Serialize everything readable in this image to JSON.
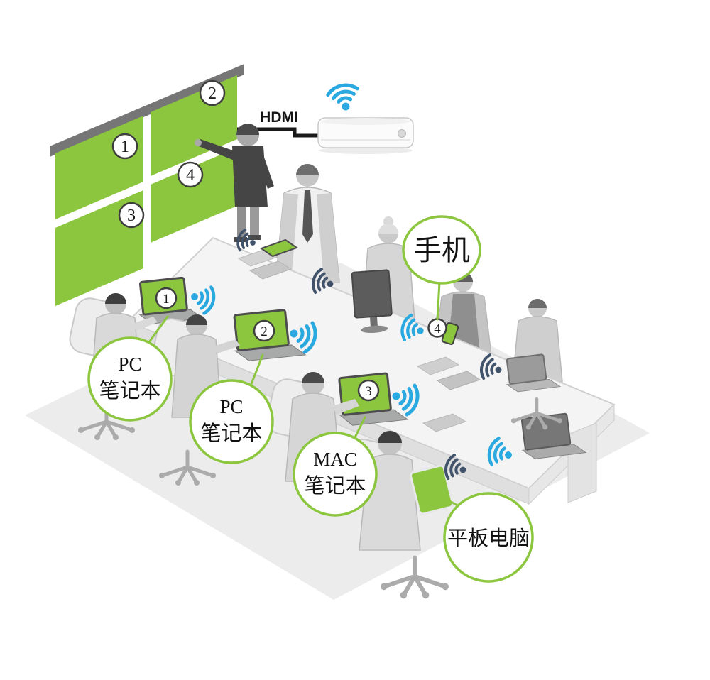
{
  "diagram": {
    "hdmi_label": "HDMI",
    "screen_numbers": [
      "1",
      "2",
      "3",
      "4"
    ],
    "device_badges": {
      "laptop1": "1",
      "laptop2": "2",
      "laptop3": "3",
      "phone": "4"
    },
    "callouts": {
      "pc_laptop_1": {
        "line1": "PC",
        "line2": "笔记本"
      },
      "pc_laptop_2": {
        "line1": "PC",
        "line2": "笔记本"
      },
      "mac_laptop": {
        "line1": "MAC",
        "line2": "笔记本"
      },
      "tablet": {
        "text": "平板电脑"
      },
      "phone": {
        "text": "手机"
      }
    },
    "colors": {
      "green": "#8CC63E",
      "blue": "#2AA9E0",
      "wifi_dark": "#41526B"
    }
  }
}
